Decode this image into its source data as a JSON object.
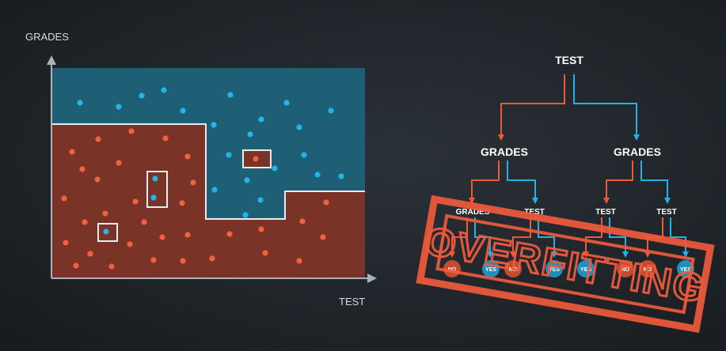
{
  "colors": {
    "background": "#1f2429",
    "blue_region": "#1f5f75",
    "red_region": "#7a3327",
    "blue_point": "#22b6e8",
    "red_point": "#f0613f",
    "edge_red": "#ee5a36",
    "edge_blue": "#27b0e6",
    "stamp": "#f05a3c",
    "axis": "#aab2bb"
  },
  "scatter": {
    "x_label": "TEST",
    "y_label": "GRADES",
    "blue_points": [
      [
        101,
        130
      ],
      [
        150,
        135
      ],
      [
        179,
        121
      ],
      [
        207,
        114
      ],
      [
        231,
        140
      ],
      [
        291,
        120
      ],
      [
        330,
        151
      ],
      [
        362,
        130
      ],
      [
        418,
        140
      ],
      [
        270,
        158
      ],
      [
        316,
        170
      ],
      [
        378,
        161
      ],
      [
        289,
        196
      ],
      [
        384,
        196
      ],
      [
        401,
        221
      ],
      [
        431,
        223
      ],
      [
        271,
        240
      ],
      [
        312,
        228
      ],
      [
        329,
        253
      ],
      [
        310,
        272
      ],
      [
        347,
        213
      ],
      [
        196,
        226
      ],
      [
        194,
        250
      ],
      [
        134,
        293
      ]
    ],
    "red_points": [
      [
        91,
        192
      ],
      [
        124,
        176
      ],
      [
        166,
        166
      ],
      [
        209,
        175
      ],
      [
        104,
        214
      ],
      [
        150,
        206
      ],
      [
        237,
        198
      ],
      [
        81,
        251
      ],
      [
        123,
        227
      ],
      [
        244,
        231
      ],
      [
        171,
        255
      ],
      [
        133,
        270
      ],
      [
        182,
        281
      ],
      [
        230,
        257
      ],
      [
        107,
        281
      ],
      [
        83,
        307
      ],
      [
        114,
        321
      ],
      [
        237,
        297
      ],
      [
        290,
        296
      ],
      [
        330,
        290
      ],
      [
        382,
        280
      ],
      [
        412,
        256
      ],
      [
        408,
        300
      ],
      [
        164,
        309
      ],
      [
        205,
        300
      ],
      [
        268,
        327
      ],
      [
        335,
        320
      ],
      [
        378,
        330
      ],
      [
        96,
        336
      ],
      [
        141,
        337
      ],
      [
        194,
        329
      ],
      [
        231,
        330
      ],
      [
        323,
        201
      ]
    ]
  },
  "tree": {
    "root": "TEST",
    "level1": [
      "GRADES",
      "GRADES"
    ],
    "level2": [
      "GRADES",
      "TEST",
      "TEST",
      "TEST"
    ],
    "leaves": [
      "NO",
      "YES",
      "NO",
      "YES",
      "YES",
      "NO",
      "NO",
      "YES"
    ]
  },
  "stamp": {
    "text": "OVERFITTING"
  }
}
